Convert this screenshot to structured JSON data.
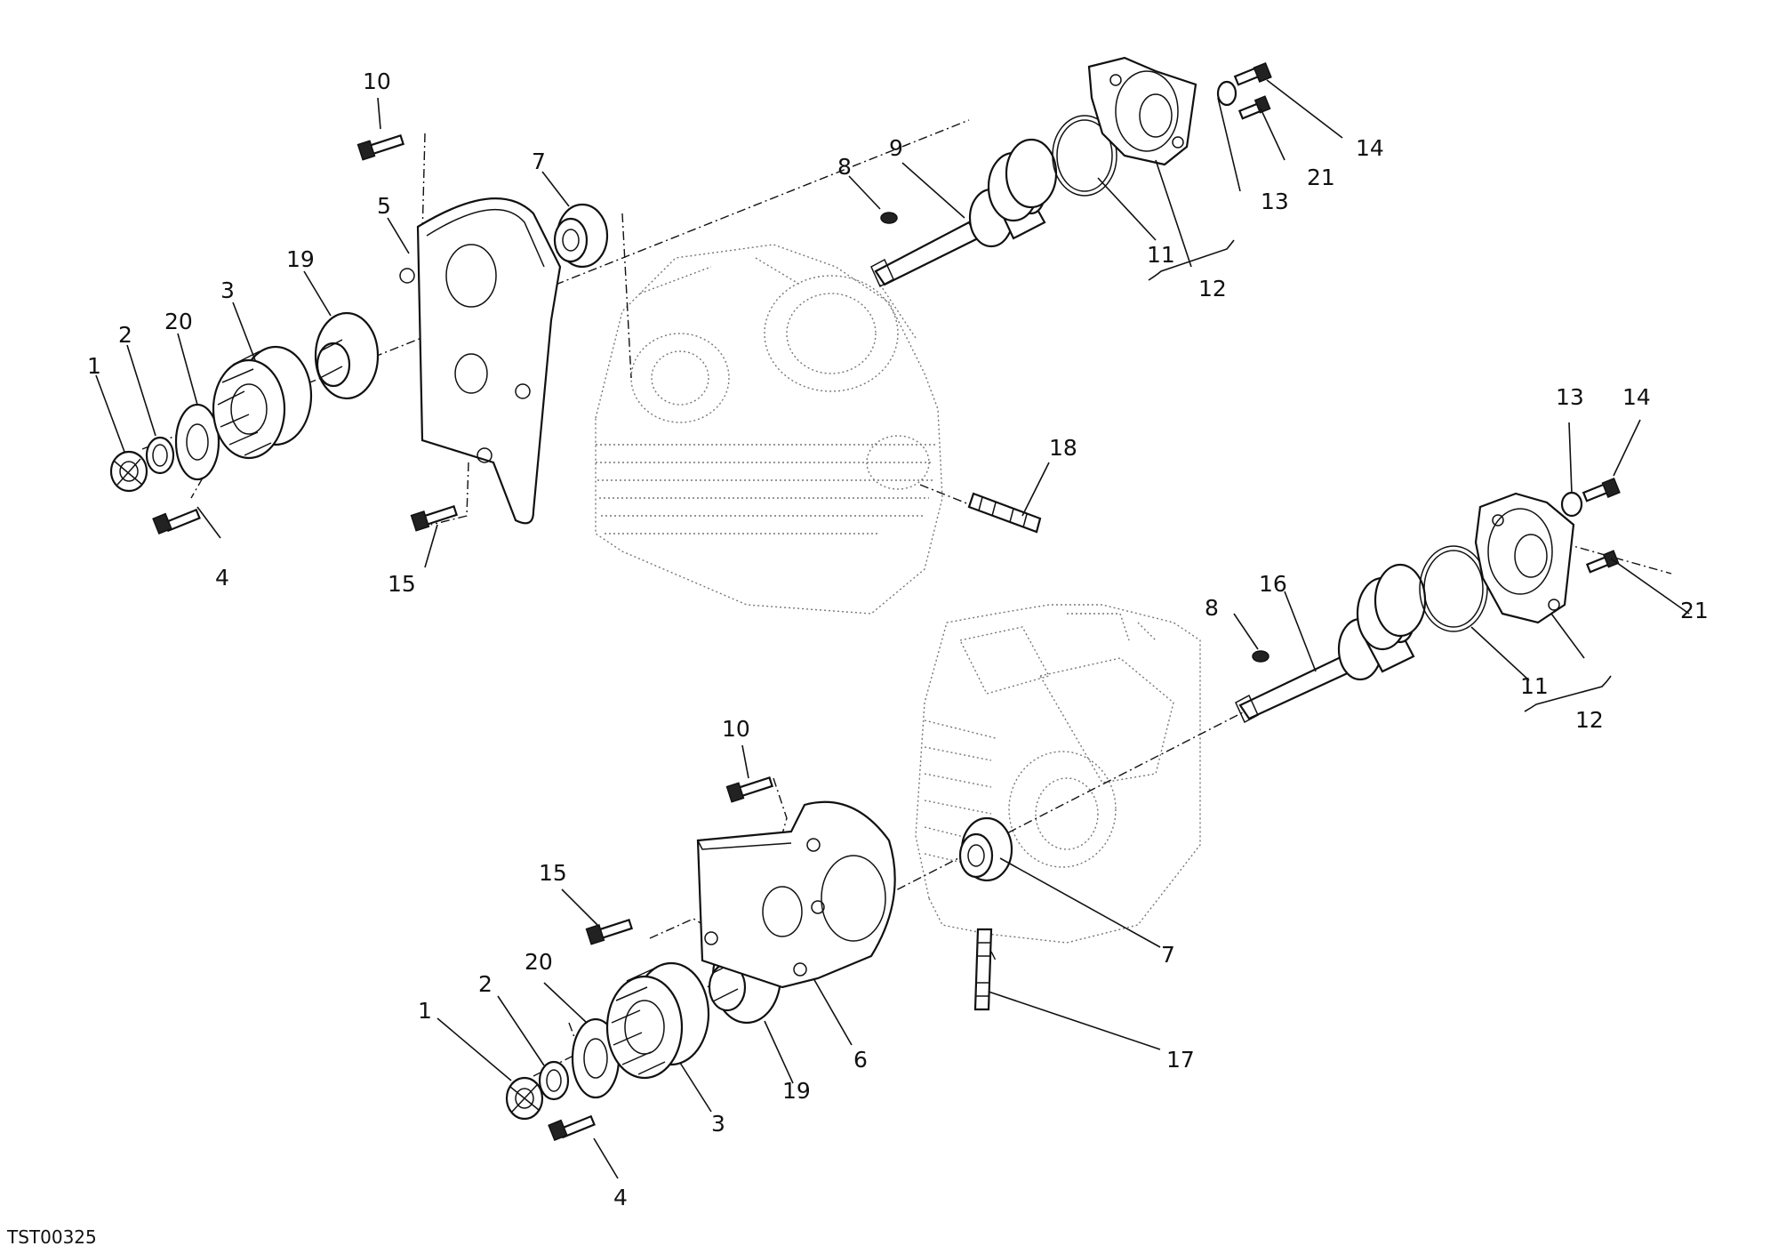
{
  "diagram_code": "TST00325",
  "callouts": {
    "top": {
      "1": "1",
      "2": "2",
      "3": "3",
      "4": "4",
      "5": "5",
      "7": "7",
      "8": "8",
      "9": "9",
      "10": "10",
      "11": "11",
      "12": "12",
      "13": "13",
      "14": "14",
      "15": "15",
      "18": "18",
      "19": "19",
      "20": "20",
      "21": "21"
    },
    "bottom": {
      "1": "1",
      "2": "2",
      "3": "3",
      "4": "4",
      "6": "6",
      "7": "7",
      "8": "8",
      "10": "10",
      "11": "11",
      "12": "12",
      "13": "13",
      "14": "14",
      "15": "15",
      "16": "16",
      "17": "17",
      "19": "19",
      "20": "20",
      "21": "21"
    }
  }
}
